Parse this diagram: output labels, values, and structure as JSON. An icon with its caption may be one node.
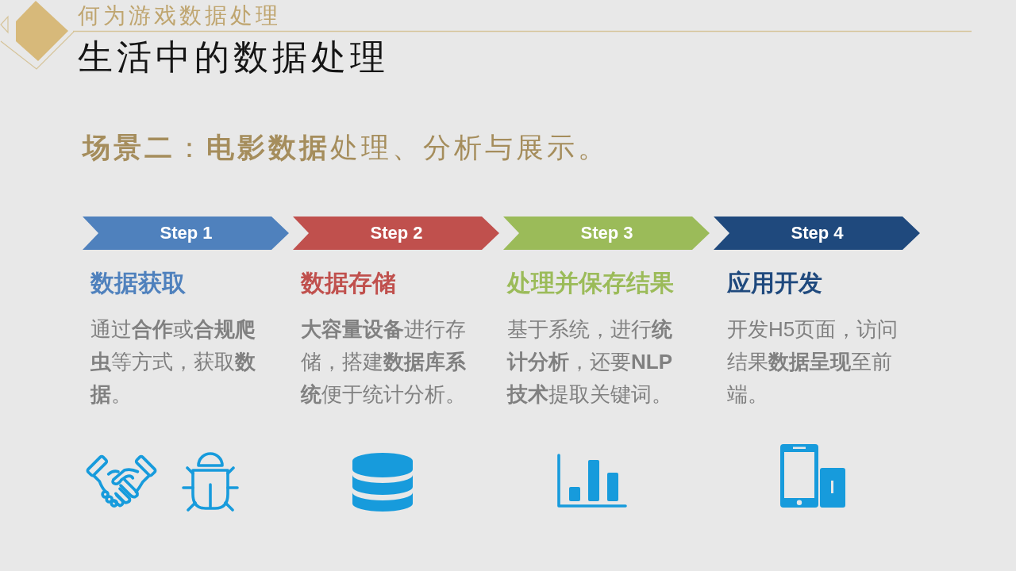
{
  "diagram": {
    "title": "生活中的数据处理",
    "nodes": [
      {
        "text": [
          "Step 1"
        ],
        "beside": [
          "数据获取",
          "通过**合作**或**合规爬虫**等方式，获取**数据**。"
        ]
      },
      {
        "text": [
          "Step 2"
        ],
        "beside": [
          "数据存储",
          "**大容量设备**进行存储，搭建**数据库系统**便于统计分析。"
        ]
      },
      {
        "text": [
          "Step 3"
        ],
        "beside": [
          "处理并保存结果",
          "基于系统，进行**统计分析**，还要**NLP技术**提取关键词。"
        ]
      },
      {
        "text": [
          "Step 4"
        ],
        "beside": [
          "应用开发",
          "开发H5页面，访问结果**数据呈现**至前端。"
        ]
      }
    ],
    "labels": [
      "何为游戏数据处理",
      "**场景二**：**电影数据**处理、分析与展示。"
    ]
  }
}
